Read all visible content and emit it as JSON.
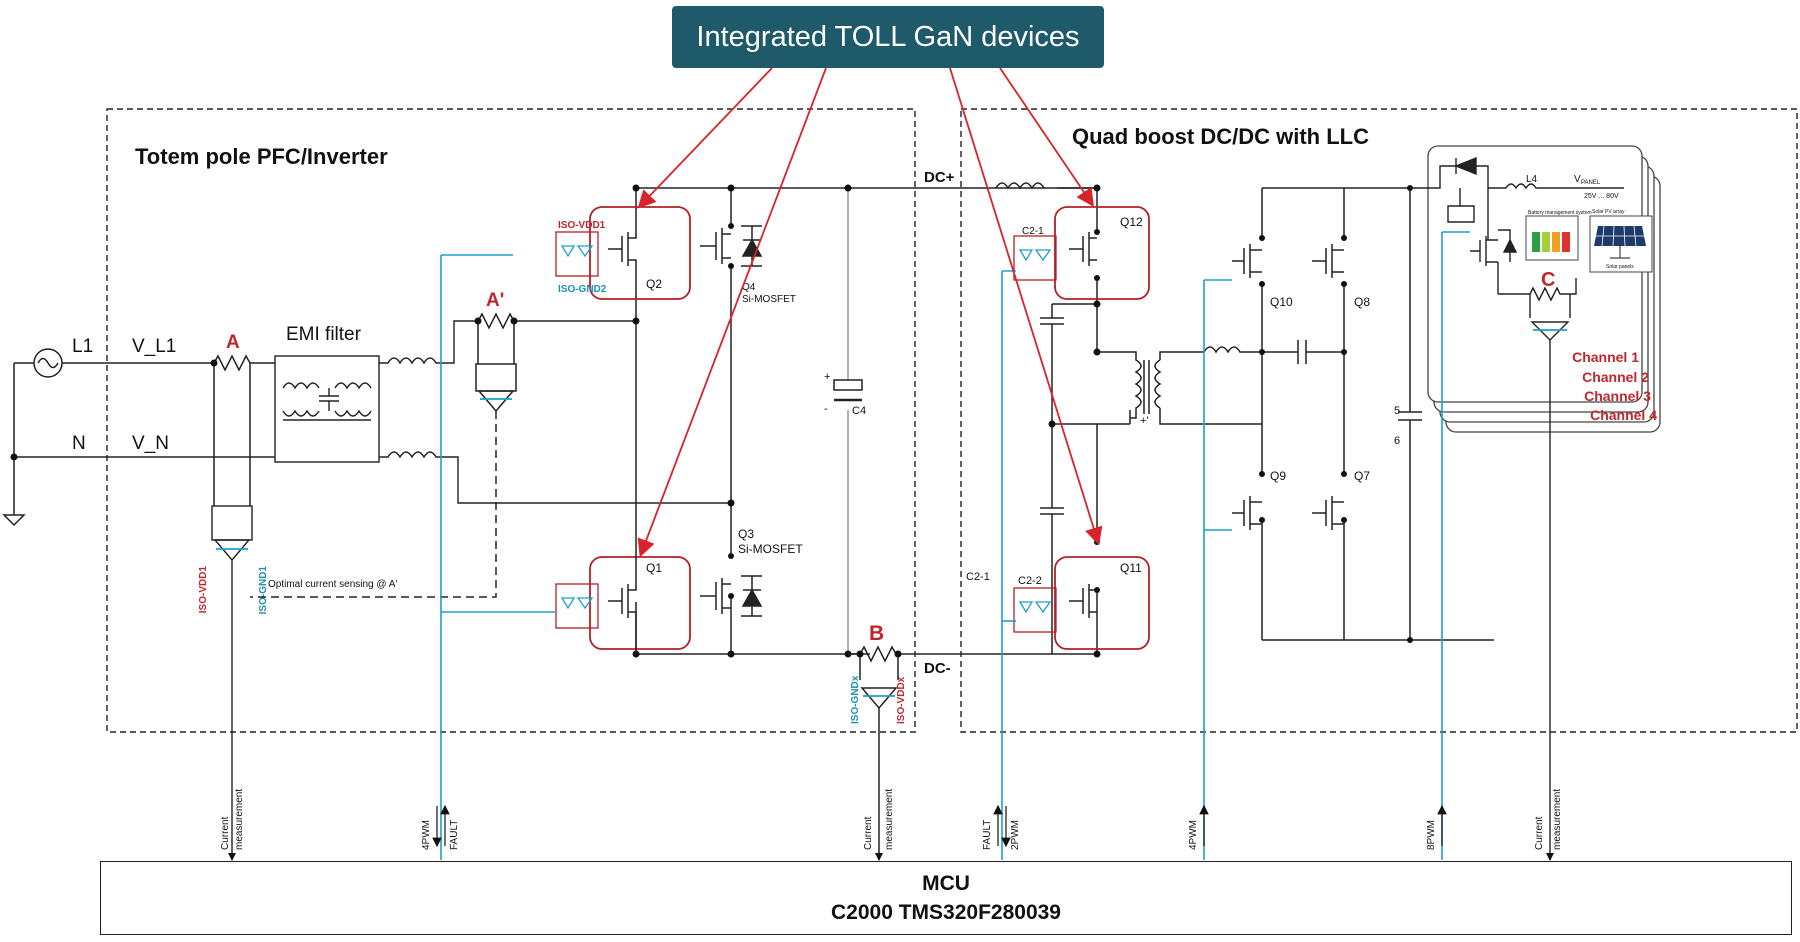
{
  "callout": {
    "label": "Integrated TOLL GaN devices"
  },
  "sections": {
    "pfc": {
      "title": "Totem pole PFC/Inverter"
    },
    "dcdc": {
      "title": "Quad boost DC/DC with LLC"
    }
  },
  "nets": {
    "l1": "L1",
    "n": "N",
    "vl1": "V_L1",
    "vn": "V_N",
    "dc_plus": "DC+",
    "dc_minus": "DC-",
    "vpanel": "V",
    "vpanel_sub": "PANEL",
    "vpanel_range": "25V ... 80V"
  },
  "filters": {
    "emi": "EMI filter"
  },
  "sense_points": {
    "a": "A",
    "a_prime": "A'",
    "b": "B",
    "c": "C"
  },
  "notes": {
    "optimal": "Optimal current sensing @ A'"
  },
  "components": {
    "q1": "Q1",
    "q2": "Q2",
    "q3": "Q3",
    "q3_type": "Si-MOSFET",
    "q4": "Q4",
    "q4_type": "Si-MOSFET",
    "q7": "Q7",
    "q8": "Q8",
    "q9": "Q9",
    "q10": "Q10",
    "q11": "Q11",
    "q12": "Q12",
    "c4": "C4",
    "c2_1": "C2-1",
    "c2_2": "C2-2",
    "c2_1_side": "C2-1",
    "l4": "L4",
    "c5": "5",
    "c6": "6"
  },
  "iso_labels": {
    "vdd1_top": "ISO-VDD1",
    "gnd2_top": "ISO-GND2",
    "vdd1_low": "ISO-VDD1",
    "gnd1_low": "ISO-GND1",
    "gndx": "ISO-GNDx",
    "vddx": "ISO-VDDx"
  },
  "inset": {
    "battery_label": "Battery management system",
    "solar_label": "Solar PV array",
    "solar_sub": "Solar panels"
  },
  "channels": [
    "Channel 1",
    "Channel 2",
    "Channel 3",
    "Channel 4"
  ],
  "signals": {
    "cm1_a": "Current",
    "cm1_b": "measurement",
    "pwm4_a": "4PWM",
    "pwm4_b": "FAULT",
    "cm2_a": "Current",
    "cm2_b": "measurement",
    "fault2_a": "FAULT",
    "fault2_b": "2PWM",
    "pwm4b": "4PWM",
    "pwm8": "8PWM",
    "cm3_a": "Current",
    "cm3_b": "measurement"
  },
  "mcu": {
    "line1": "MCU",
    "line2": "C2000 TMS320F280039"
  },
  "colors": {
    "callout": "#1f5a6b",
    "highlight": "#b32025",
    "signal": "#1f9fc9",
    "arrow": "#d8232a"
  }
}
